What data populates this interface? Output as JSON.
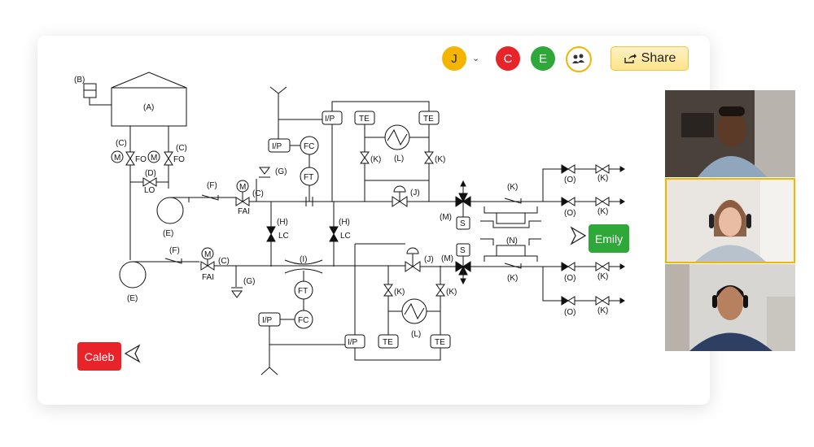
{
  "collaborators": [
    {
      "initial": "J",
      "color": "#f5b400"
    },
    {
      "initial": "C",
      "color": "#e8232a"
    },
    {
      "initial": "E",
      "color": "#2fa83a"
    }
  ],
  "share": {
    "label": "Share"
  },
  "cursors": {
    "caleb": "Caleb",
    "emily": "Emily"
  },
  "colors": {
    "caleb": "#e8232a",
    "emily": "#2fa83a",
    "highlight": "#f5b400"
  },
  "diagram": {
    "tank_label": "(A)",
    "vent_label": "(B)",
    "letters": {
      "C": "(C)",
      "D": "(D)",
      "E": "(E)",
      "F": "(F)",
      "G": "(G)",
      "H": "(H)",
      "I": "(I)",
      "J": "(J)",
      "K": "(K)",
      "L": "(L)",
      "M": "(M)",
      "N": "(N)",
      "O": "(O)"
    },
    "abbr": {
      "M": "M",
      "FO": "FO",
      "LO": "LO",
      "FAI": "FAI",
      "LC": "LC",
      "IP": "I/P",
      "TE": "TE",
      "FC": "FC",
      "FT": "FT",
      "S": "S"
    }
  }
}
